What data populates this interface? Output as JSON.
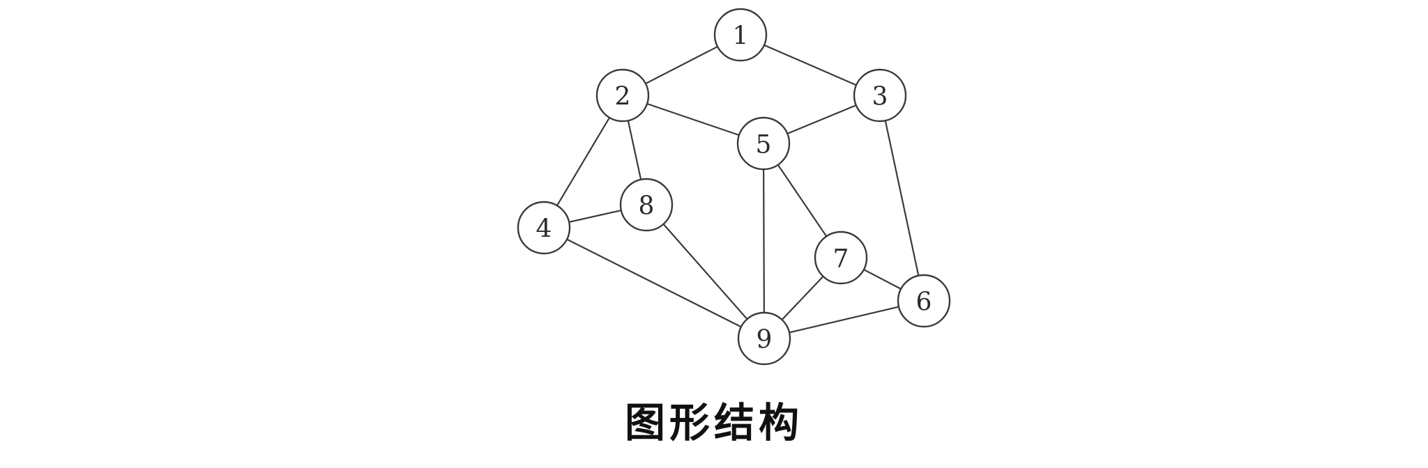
{
  "caption": "图形结构",
  "nodes": [
    {
      "id": "1",
      "label": "1"
    },
    {
      "id": "2",
      "label": "2"
    },
    {
      "id": "3",
      "label": "3"
    },
    {
      "id": "4",
      "label": "4"
    },
    {
      "id": "5",
      "label": "5"
    },
    {
      "id": "6",
      "label": "6"
    },
    {
      "id": "7",
      "label": "7"
    },
    {
      "id": "8",
      "label": "8"
    },
    {
      "id": "9",
      "label": "9"
    }
  ],
  "edges": [
    [
      "1",
      "2"
    ],
    [
      "1",
      "3"
    ],
    [
      "2",
      "5"
    ],
    [
      "3",
      "5"
    ],
    [
      "2",
      "4"
    ],
    [
      "2",
      "8"
    ],
    [
      "3",
      "6"
    ],
    [
      "5",
      "9"
    ],
    [
      "5",
      "7"
    ],
    [
      "4",
      "8"
    ],
    [
      "4",
      "9"
    ],
    [
      "8",
      "9"
    ],
    [
      "7",
      "9"
    ],
    [
      "7",
      "6"
    ],
    [
      "6",
      "9"
    ]
  ],
  "colors": {
    "stroke": "#3a3a3a",
    "node_fill": "#ffffff",
    "text": "#2a2a2a"
  }
}
